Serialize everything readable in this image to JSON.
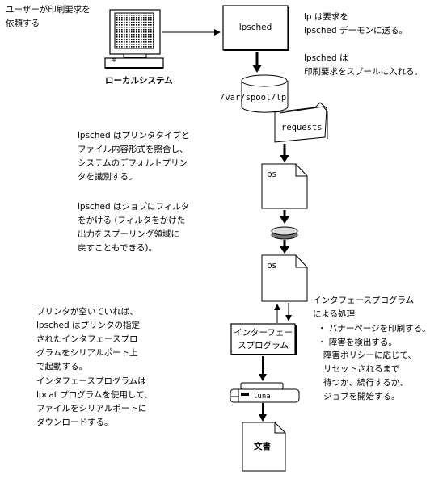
{
  "user_note": [
    "ユーザーが印刷要求を",
    "依頼する"
  ],
  "local_system_label": "ローカルシステム",
  "monitor_base_label": "≋",
  "lpsched_box": "lpsched",
  "lp_note": [
    "lp は要求を",
    "lpsched デーモンに送る。"
  ],
  "lpsched_spool_note": [
    "lpsched は",
    "印刷要求をスプールに入れる。"
  ],
  "spool_path": "/var/spool/lp",
  "requests_label": "requests",
  "identify_note": [
    "lpsched はプリンタタイプと",
    "ファイル内容形式を照合し、",
    "システムのデフォルトプリン",
    "タを識別する。"
  ],
  "filter_note": [
    "lpsched はジョブにフィルタ",
    "をかける (フィルタをかけた",
    "出力をスプーリング領域に",
    "戻すこともできる)。"
  ],
  "ps_label_1": "ps",
  "ps_label_2": "ps",
  "interface_box": [
    "インターフェー",
    "スプログラム"
  ],
  "interface_process_note": [
    "インタフェースプログラム",
    "による処理"
  ],
  "interface_bullets": [
    "・ バナーページを印刷する。",
    "・ 障害を検出する。"
  ],
  "interface_sub": [
    "障害ポリシーに応じて、",
    "リセットされるまで",
    "待つか、続行するか、",
    "ジョブを開始する。"
  ],
  "printer_idle_note": [
    "プリンタが空いていれば、",
    "lpsched はプリンタの指定",
    "されたインタフェースプロ",
    "グラムをシリアルポート上",
    "で起動する。"
  ],
  "lpcat_note": [
    "インタフェースプログラムは",
    "lpcat プログラムを使用して、",
    "ファイルをシリアルポートに",
    "ダウンロードする。"
  ],
  "printer_label": "luna",
  "document_label": "文書"
}
